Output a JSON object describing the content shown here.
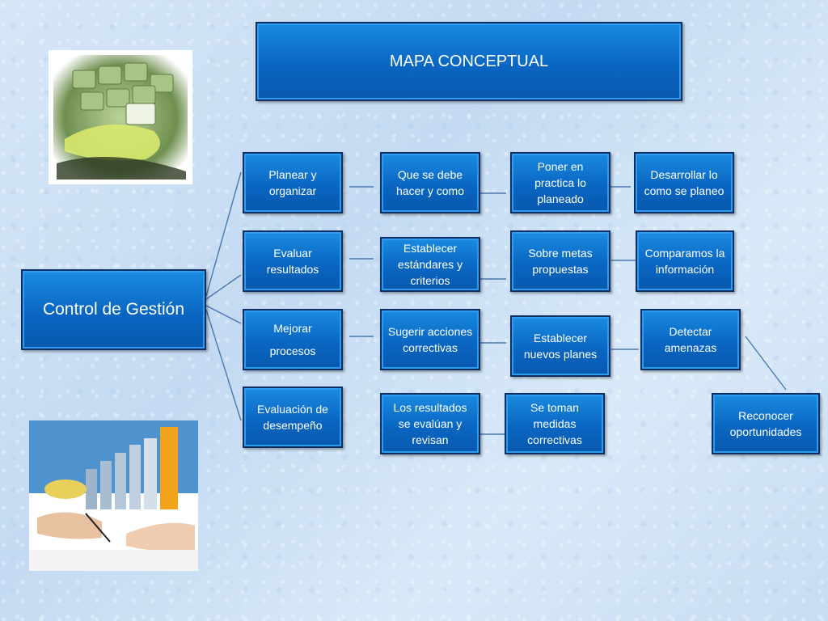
{
  "title": "MAPA CONCEPTUAL",
  "root": "Control de Gestión",
  "rows": [
    [
      "Planear y organizar",
      "Que se debe hacer y como",
      "Poner en practica lo planeado",
      "Desarrollar lo como se planeo"
    ],
    [
      "Evaluar resultados",
      "Establecer estándares y criterios",
      "Sobre metas propuestas",
      "Comparamos la información"
    ],
    [
      "Mejorar procesos",
      "Sugerir acciones correctivas",
      "Establecer nuevos planes",
      "Detectar amenazas"
    ],
    [
      "Evaluación de desempeño",
      "Los resultados se evalúan y revisan",
      "Se toman medidas correctivas"
    ]
  ],
  "extra_node": "Reconocer oportunidades",
  "images": {
    "top_left": "keyboard-photo",
    "bottom_left": "bar-chart-hands-photo"
  },
  "colors": {
    "box": "#0a66c2",
    "box_border": "#0b2f63",
    "line": "#4a78b0",
    "background": "#cfe2f5"
  }
}
